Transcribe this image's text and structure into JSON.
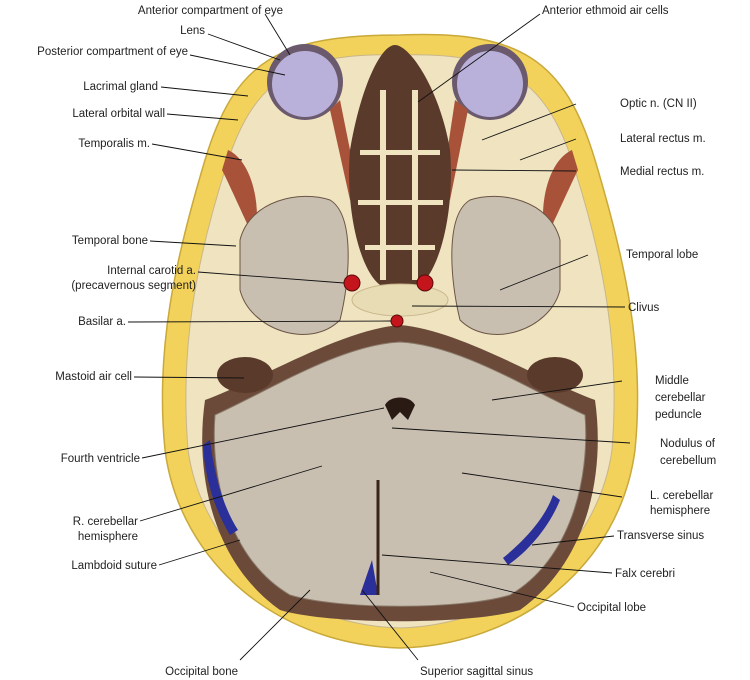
{
  "labels_left": {
    "anterior_compartment": "Anterior compartment of eye",
    "lens": "Lens",
    "posterior_compartment": "Posterior compartment of eye",
    "lacrimal_gland": "Lacrimal gland",
    "lateral_orbital_wall": "Lateral orbital wall",
    "temporalis": "Temporalis m.",
    "temporal_bone": "Temporal bone",
    "internal_carotid_1": "Internal carotid a.",
    "internal_carotid_2": "(precavernous segment)",
    "basilar": "Basilar a.",
    "mastoid": "Mastoid air cell",
    "fourth_ventricle": "Fourth ventricle",
    "r_cerebellar_1": "R. cerebellar",
    "r_cerebellar_2": "hemisphere",
    "lambdoid": "Lambdoid suture",
    "occipital_bone": "Occipital bone"
  },
  "labels_right": {
    "anterior_ethmoid": "Anterior ethmoid air cells",
    "optic_nerve": "Optic n. (CN II)",
    "lateral_rectus": "Lateral rectus m.",
    "medial_rectus": "Medial rectus m.",
    "temporal_lobe": "Temporal lobe",
    "clivus": "Clivus",
    "middle_peduncle_1": "Middle",
    "middle_peduncle_2": "cerebellar",
    "middle_peduncle_3": "peduncle",
    "nodulus_1": "Nodulus of",
    "nodulus_2": "cerebellum",
    "l_cerebellar_1": "L. cerebellar",
    "l_cerebellar_2": "hemisphere",
    "transverse_sinus": "Transverse sinus",
    "falx": "Falx cerebri",
    "occipital_lobe": "Occipital lobe",
    "superior_sagittal": "Superior sagittal sinus"
  },
  "colors": {
    "scalp": "#f2d25a",
    "bone": "#efe3c0",
    "brain": "#c9bfb1",
    "dark": "#5a3a2a",
    "eye": "#b9b1d9",
    "artery": "#c4151c",
    "vein": "#2a2f9a",
    "muscle": "#a8523a"
  }
}
